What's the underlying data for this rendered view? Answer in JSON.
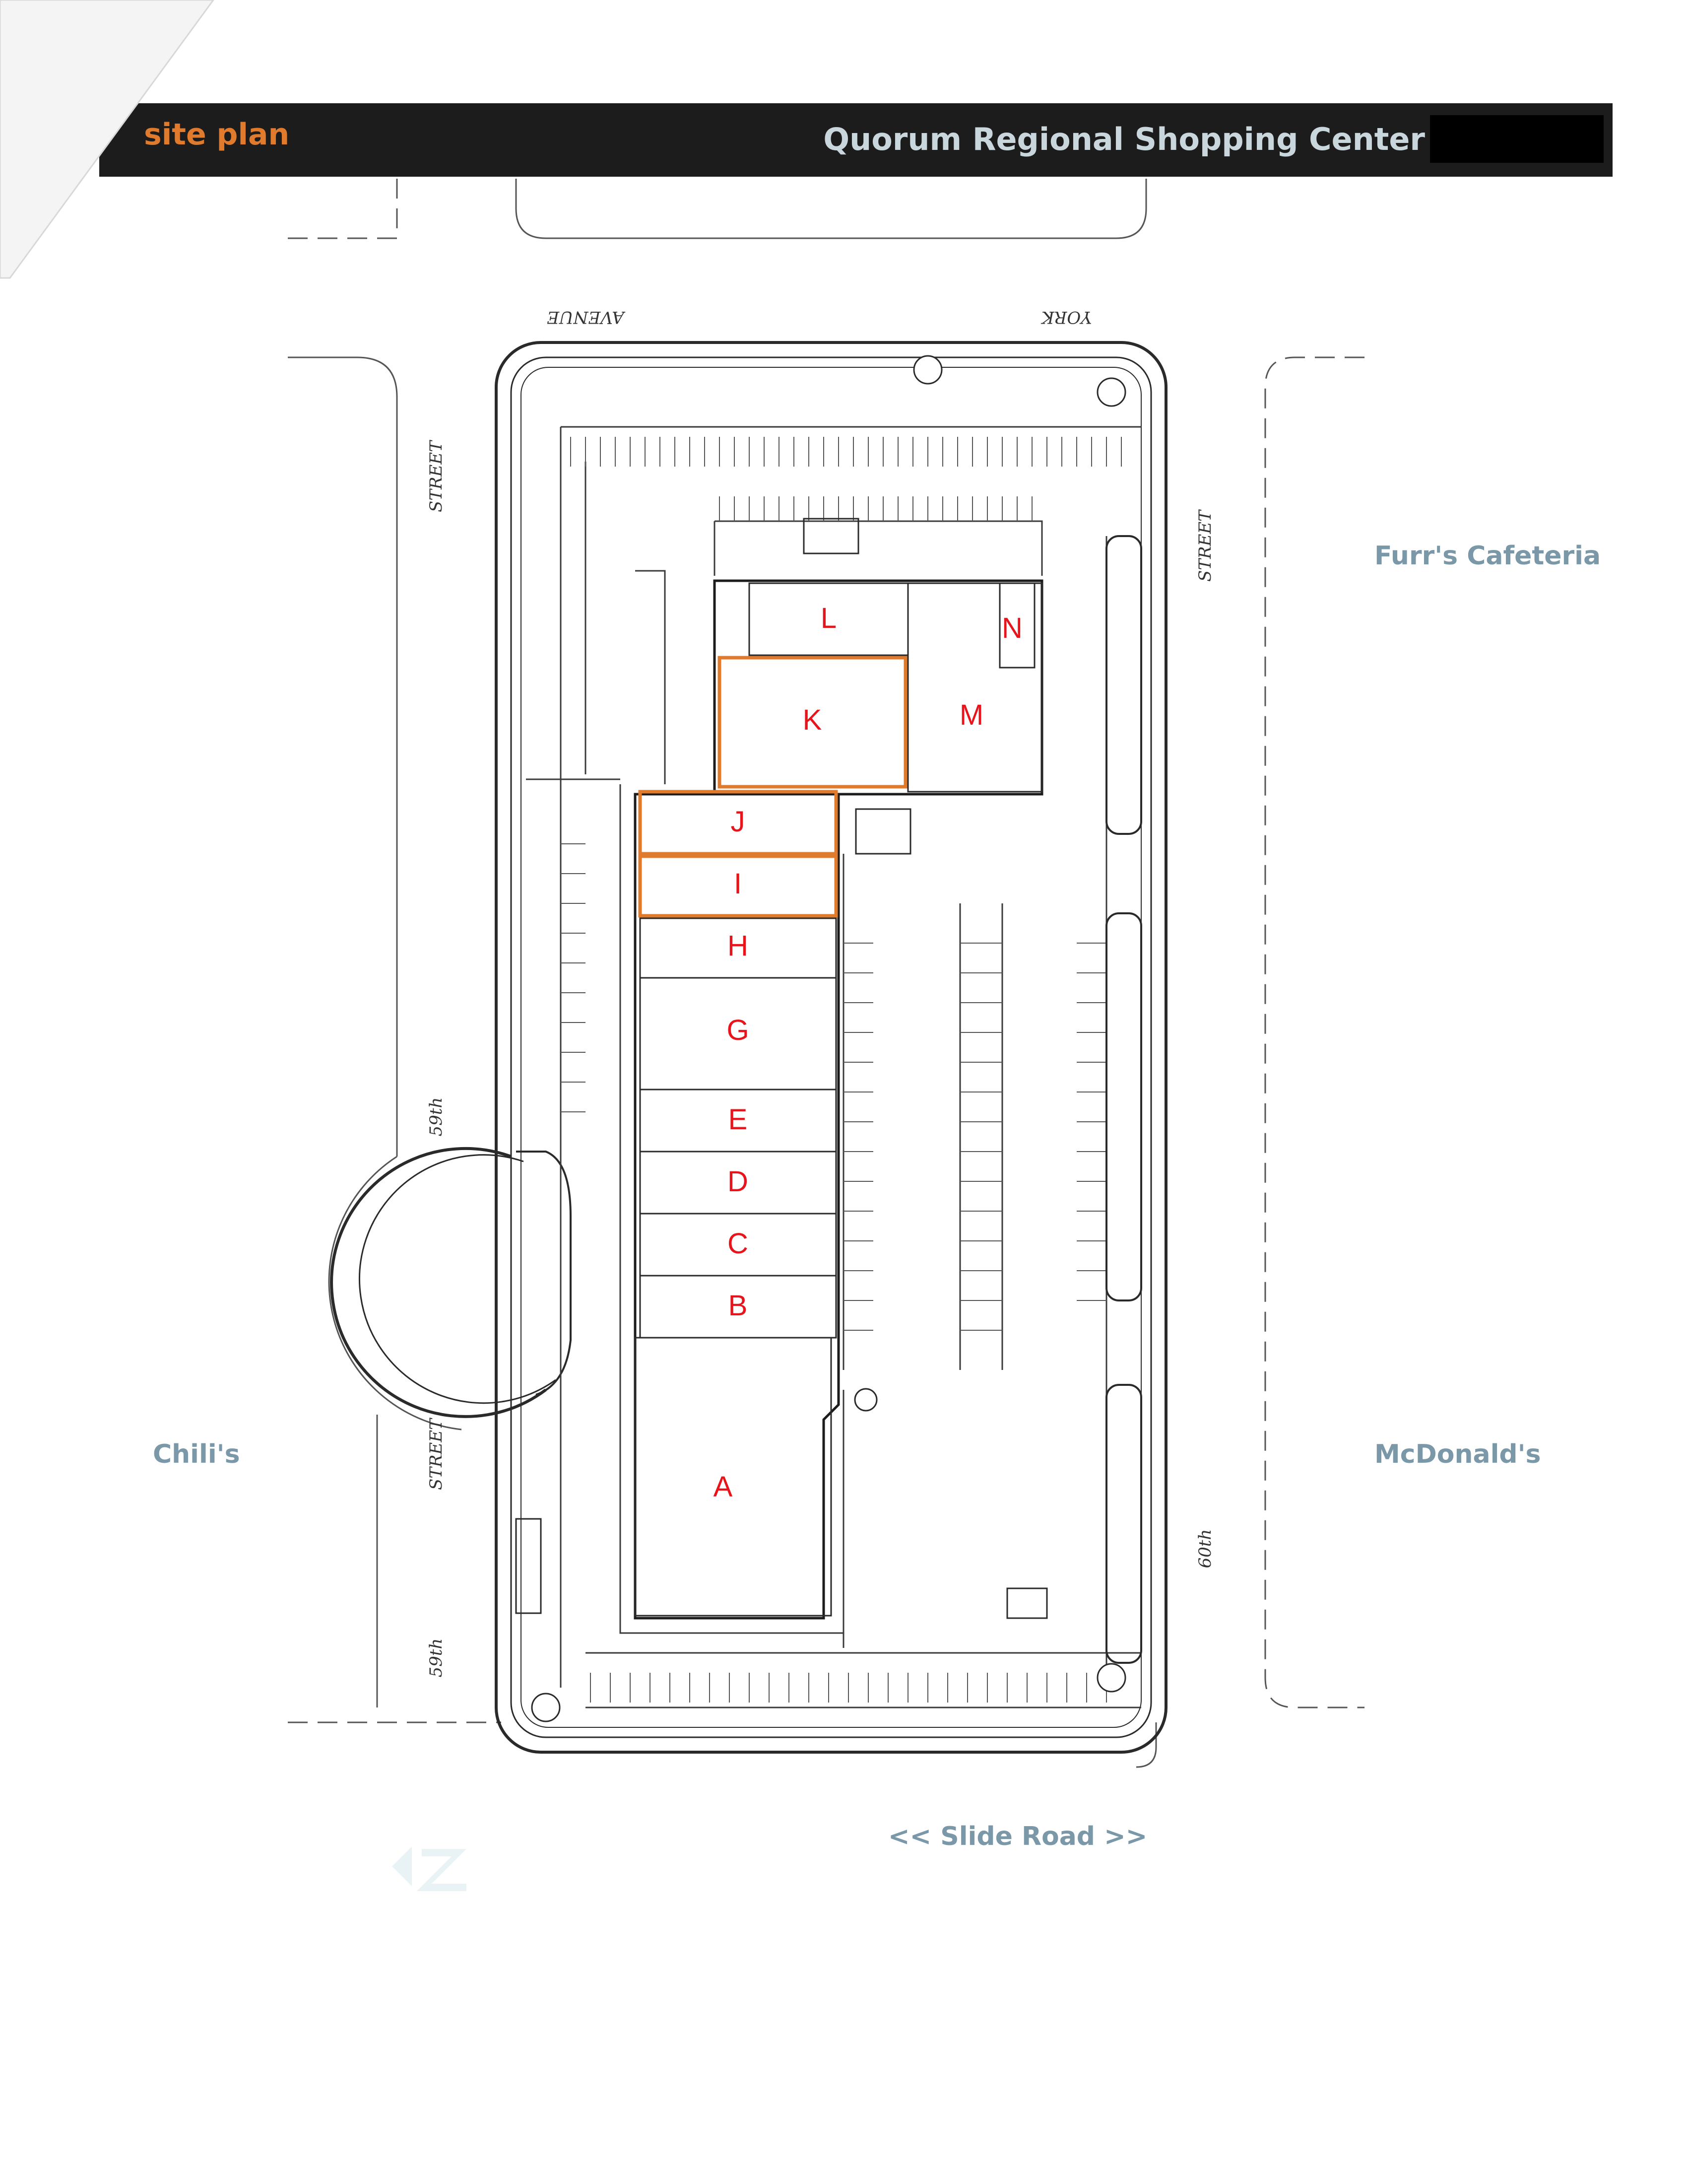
{
  "header": {
    "section": "site plan",
    "title": "Quorum Regional Shopping Center"
  },
  "streets": {
    "top": [
      "AVENUE",
      "YORK"
    ],
    "left": [
      "STREET",
      "59th",
      "STREET",
      "59th"
    ],
    "right": [
      "STREET",
      "60th"
    ]
  },
  "neighbors": {
    "east_top": "Furr's Cafeteria",
    "east_bottom": "McDonald's",
    "west": "Chili's",
    "south": "<<  Slide Road  >>"
  },
  "units": [
    {
      "id": "L"
    },
    {
      "id": "N"
    },
    {
      "id": "K",
      "highlight": true
    },
    {
      "id": "M"
    },
    {
      "id": "J",
      "highlight": true
    },
    {
      "id": "I",
      "highlight": true
    },
    {
      "id": "H"
    },
    {
      "id": "G"
    },
    {
      "id": "E"
    },
    {
      "id": "D"
    },
    {
      "id": "C"
    },
    {
      "id": "B"
    },
    {
      "id": "A"
    }
  ],
  "colors": {
    "header_bg": "#1c1c1c",
    "header_section": "#e07a2c",
    "header_title": "#c9d6dc",
    "unit_label": "#e8141c",
    "highlight_outline": "#e07a2c",
    "neighbor_label": "#7a98a8",
    "plan_lines": "#2a2a2a"
  }
}
